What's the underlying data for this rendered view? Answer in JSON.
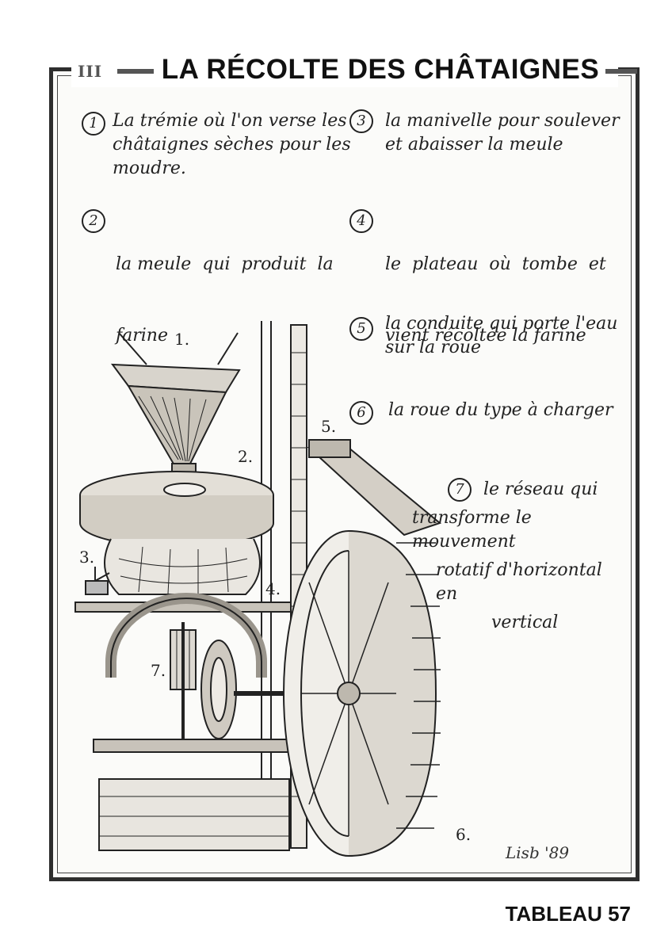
{
  "header": {
    "section": "III",
    "title": "LA RÉCOLTE DES CHÂTAIGNES"
  },
  "legend": [
    {
      "number": "1",
      "lines": [
        "La trémie où l'on verse les",
        "châtaignes sèches pour les",
        "moudre."
      ]
    },
    {
      "number": "2",
      "lines": [
        "la meule  qui  produit  la",
        "farine"
      ]
    },
    {
      "number": "3",
      "lines": [
        "la manivelle pour soulever",
        "et abaisser la meule"
      ]
    },
    {
      "number": "4",
      "lines": [
        "le  plateau  où  tombe  et",
        "vient récoltée la farine"
      ]
    },
    {
      "number": "5",
      "lines": [
        "la conduite qui porte l'eau",
        "sur la roue"
      ]
    },
    {
      "number": "6",
      "lines": [
        "la roue du type à charger"
      ]
    },
    {
      "number": "7",
      "lines": [
        "le réseau qui",
        "transforme le mouvement",
        "rotatif d'horizontal en",
        "vertical"
      ]
    }
  ],
  "drawing_labels": [
    "1.",
    "2.",
    "3.",
    "4.",
    "5.",
    "6.",
    "7."
  ],
  "signature": "Lisb '89",
  "footer": "TABLEAU 57"
}
